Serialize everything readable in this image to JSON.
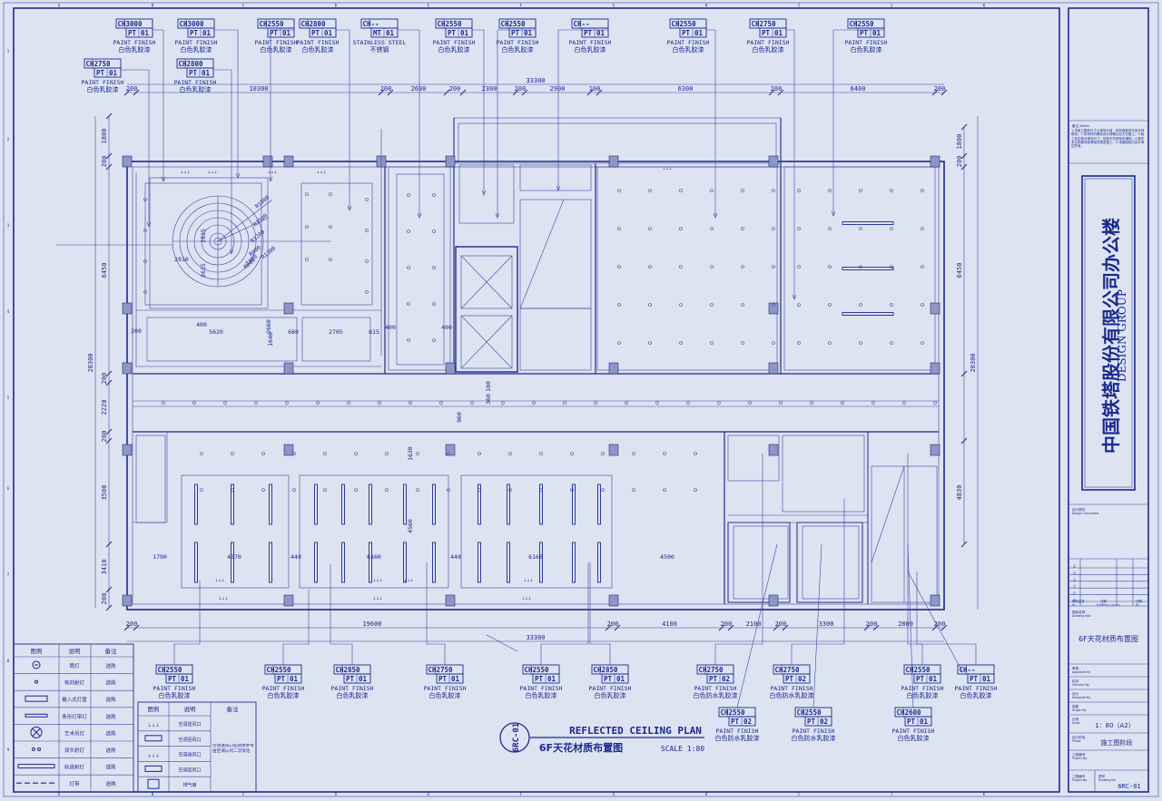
{
  "grid": {
    "columns": [
      "A",
      "B",
      "C",
      "D",
      "E",
      "F",
      "G",
      "H",
      "I",
      "J",
      "K"
    ],
    "rows": [
      "1",
      "2",
      "3",
      "4",
      "5",
      "6",
      "7",
      "8",
      "9"
    ]
  },
  "tags_top": [
    {
      "code": "CH3000",
      "pt": "PT",
      "no": "01",
      "en": "PAINT FINISH",
      "cn": "白色乳胶漆"
    },
    {
      "code": "CH3000",
      "pt": "PT",
      "no": "01",
      "en": "PAINT FINISH",
      "cn": "白色乳胶漆"
    },
    {
      "code": "CH2550",
      "pt": "PT",
      "no": "01",
      "en": "PAINT FINISH",
      "cn": "白色乳胶漆"
    },
    {
      "code": "CH2800",
      "pt": "PT",
      "no": "01",
      "en": "PAINT FINISH",
      "cn": "白色乳胶漆"
    },
    {
      "code": "CH --",
      "pt": "MT",
      "no": "01",
      "en": "STAINLESS STEEL",
      "cn": "不锈钢"
    },
    {
      "code": "CH2550",
      "pt": "PT",
      "no": "01",
      "en": "PAINT FINISH",
      "cn": "白色乳胶漆"
    },
    {
      "code": "CH2550",
      "pt": "PT",
      "no": "01",
      "en": "PAINT FINISH",
      "cn": "白色乳胶漆"
    },
    {
      "code": "CH --",
      "pt": "PT",
      "no": "01",
      "en": "PAINT FINISH",
      "cn": "白色乳胶漆"
    },
    {
      "code": "CH2550",
      "pt": "PT",
      "no": "01",
      "en": "PAINT FINISH",
      "cn": "白色乳胶漆"
    },
    {
      "code": "CH2750",
      "pt": "PT",
      "no": "01",
      "en": "PAINT FINISH",
      "cn": "白色乳胶漆"
    },
    {
      "code": "CH2550",
      "pt": "PT",
      "no": "01",
      "en": "PAINT FINISH",
      "cn": "白色乳胶漆"
    }
  ],
  "tags_top2": [
    {
      "code": "CH2750",
      "pt": "PT",
      "no": "01",
      "en": "PAINT FINISH",
      "cn": "白色乳胶漆"
    },
    {
      "code": "CH2800",
      "pt": "PT",
      "no": "01",
      "en": "PAINT FINISH",
      "cn": "白色乳胶漆"
    }
  ],
  "tags_bottom": [
    {
      "code": "CH2550",
      "pt": "PT",
      "no": "01",
      "en": "PAINT FINISH",
      "cn": "白色乳胶漆"
    },
    {
      "code": "CH2550",
      "pt": "PT",
      "no": "01",
      "en": "PAINT FINISH",
      "cn": "白色乳胶漆"
    },
    {
      "code": "CH2850",
      "pt": "PT",
      "no": "01",
      "en": "PAINT FINISH",
      "cn": "白色乳胶漆"
    },
    {
      "code": "CH2750",
      "pt": "PT",
      "no": "01",
      "en": "PAINT FINISH",
      "cn": "白色乳胶漆"
    },
    {
      "code": "CH2550",
      "pt": "PT",
      "no": "01",
      "en": "PAINT FINISH",
      "cn": "白色乳胶漆"
    },
    {
      "code": "CH2850",
      "pt": "PT",
      "no": "01",
      "en": "PAINT FINISH",
      "cn": "白色乳胶漆"
    },
    {
      "code": "CH2750",
      "pt": "PT",
      "no": "02",
      "en": "PAINT FINISH",
      "cn": "白色防水乳胶漆"
    },
    {
      "code": "CH2750",
      "pt": "PT",
      "no": "02",
      "en": "PAINT FINISH",
      "cn": "白色防水乳胶漆"
    },
    {
      "code": "CH2550",
      "pt": "PT",
      "no": "01",
      "en": "PAINT FINISH",
      "cn": "白色乳胶漆"
    },
    {
      "code": "CH --",
      "pt": "PT",
      "no": "01",
      "en": "PAINT FINISH",
      "cn": "白色乳胶漆"
    }
  ],
  "tags_bottom2": [
    {
      "code": "CH2550",
      "pt": "PT",
      "no": "02",
      "en": "PAINT FINISH",
      "cn": "白色防水乳胶漆"
    },
    {
      "code": "CH2550",
      "pt": "PT",
      "no": "02",
      "en": "PAINT FINISH",
      "cn": "白色防水乳胶漆"
    },
    {
      "code": "CH2600",
      "pt": "PT",
      "no": "01",
      "en": "PAINT FINISH",
      "cn": "白色乳胶漆"
    }
  ],
  "dims": {
    "top_total": "33300",
    "top": [
      "200",
      "10300",
      "200",
      "2600",
      "200",
      "2300",
      "200",
      "2900",
      "100",
      "6300",
      "200",
      "6400",
      "200"
    ],
    "bottom_total": "33300",
    "bottom": [
      "200",
      "19600",
      "200",
      "4100",
      "200",
      "2100",
      "200",
      "3300",
      "200",
      "2800",
      "200"
    ],
    "left": [
      "1800",
      "200",
      "6450",
      "200",
      "2220",
      "200",
      "3500",
      "3410",
      "200",
      "20300"
    ],
    "right": [
      "1800",
      "200",
      "6450",
      "20300",
      "4830",
      "200"
    ],
    "inner": [
      "5620",
      "2705",
      "1640",
      "680",
      "1790",
      "4370",
      "6160",
      "6160",
      "4500",
      "440",
      "440",
      "1630",
      "4560",
      "960",
      "360",
      "180",
      "400",
      "400",
      "2810",
      "2615",
      "2835",
      "400",
      "2660",
      "615",
      "200"
    ],
    "radius": [
      "R1800",
      "R1500",
      "R1200",
      "R900",
      "R600",
      "R1300",
      "1300"
    ]
  },
  "title": {
    "en": "REFLECTED CEILING PLAN",
    "cn": "6F天花材质布置图",
    "scale": "SCALE 1:80",
    "code": "6RC-01"
  },
  "legend1": {
    "headers": [
      "图例",
      "说明",
      "备注"
    ],
    "rows": [
      [
        "",
        "筒灯",
        "选购"
      ],
      [
        "",
        "有向射灯",
        "选购"
      ],
      [
        "",
        "嵌入式灯盘",
        "选购"
      ],
      [
        "",
        "条形灯带灯",
        "选购"
      ],
      [
        "",
        "艺术吊灯",
        "选购"
      ],
      [
        "",
        "双头射灯",
        "选购"
      ],
      [
        "",
        "轨道射灯",
        "选购"
      ],
      [
        "",
        "灯带",
        "选购"
      ]
    ]
  },
  "legend2": {
    "headers": [
      "图例",
      "说明",
      "备注"
    ],
    "rows": [
      [
        "",
        "空调送风口",
        ""
      ],
      [
        "",
        "空调回风口",
        ""
      ],
      [
        "",
        "空调送风口",
        ""
      ],
      [
        "",
        "空调回风口",
        ""
      ],
      [
        "",
        "排气扇",
        ""
      ]
    ],
    "note": "空调送风口较具体参考由空调公司二次深化"
  },
  "titleblock": {
    "notes_label": "备注 Notes",
    "notes": "1.本施工图纸尺寸以现场为准，若有误差请与设计师联系；2.所有材料需经设计师确认后方可施工；3.施工前应核对现场尺寸，如有不符请及时通知；4.图中未注明事项参照相关规范施工；5.本图版权归设计单位所有。",
    "company": "中国铁塔股份有限公司办公楼",
    "group": "DESIGN GROUP",
    "consultant_cn": "设计顾问",
    "consultant_en": "Design Consultant",
    "drawing_name_label": "图纸名称",
    "drawing_name_en": "Drawing title",
    "drawing_name": "6F天花材质布置图",
    "approved_cn": "审核",
    "approved_en": "Approved By",
    "checked_cn": "校对",
    "checked_en": "Checked By",
    "designed_cn": "设计",
    "designed_en": "Designed By",
    "drawn_cn": "制图",
    "drawn_en": "Drawn By",
    "scale_cn": "比例",
    "scale_en": "Scale",
    "scale": "1：80（A2）",
    "stage_cn": "设计阶段",
    "stage_en": "Phase",
    "stage": "施工图阶段",
    "project_no_cn": "工程编号",
    "project_no_en": "Project No.",
    "drawing_no_cn": "图号",
    "drawing_no_en": "Drawing No.",
    "drawing_no": "6RC-01",
    "rev_label": "修改记录",
    "rev_cols": [
      "No.",
      "Date",
      "Description",
      "By"
    ],
    "rev_date_cn": "日期",
    "rev_by_cn": "日期"
  }
}
